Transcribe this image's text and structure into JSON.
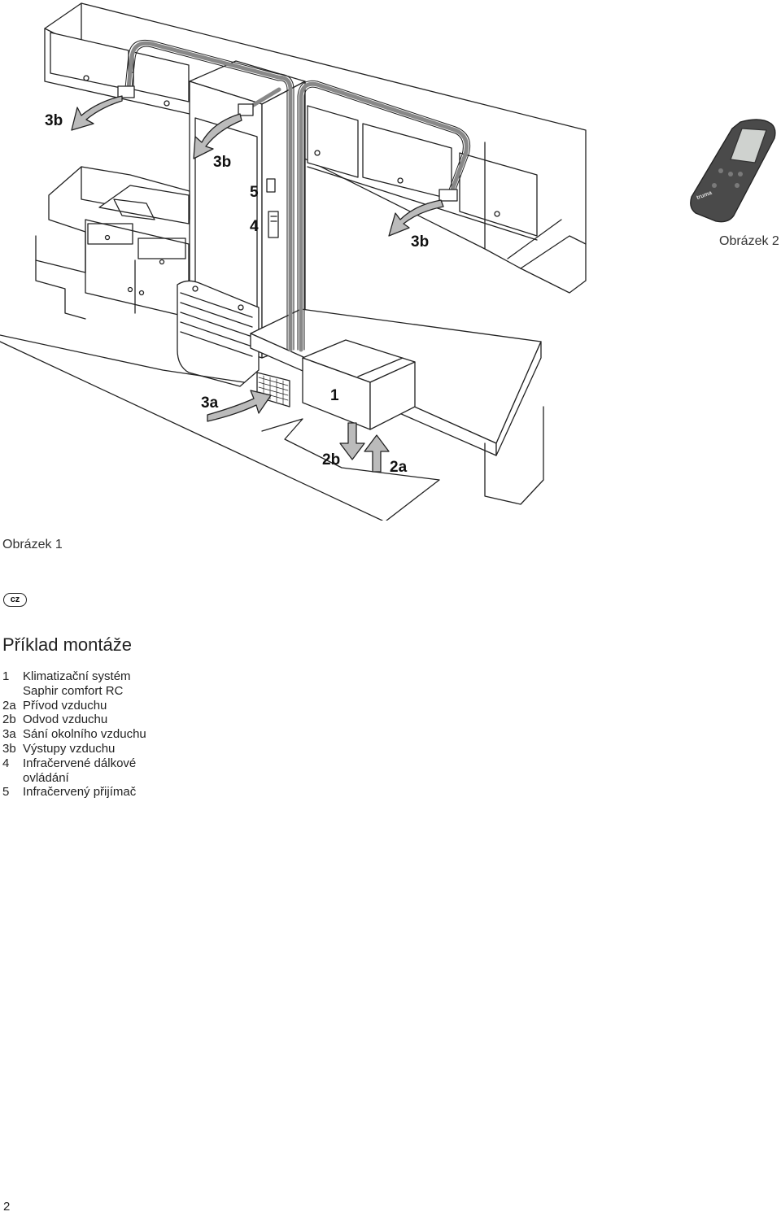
{
  "figure": {
    "callouts": {
      "c3b_left": "3b",
      "c3b_mid": "3b",
      "c3b_right": "3b",
      "c5": "5",
      "c4": "4",
      "c3a": "3a",
      "c1": "1",
      "c2b": "2b",
      "c2a": "2a"
    },
    "caption_fig2": "Obrázek 2",
    "caption_fig1": "Obrázek 1",
    "remote_brand": "truma"
  },
  "language_badge": "cz",
  "section_title": "Příklad montáže",
  "legend": [
    {
      "key": "1",
      "text": "Klimatizační systém"
    },
    {
      "key": "",
      "text": "Saphir comfort RC"
    },
    {
      "key": "2a",
      "text": "Přívod vzduchu"
    },
    {
      "key": "2b",
      "text": "Odvod vzduchu"
    },
    {
      "key": "3a",
      "text": "Sání okolního vzduchu"
    },
    {
      "key": "3b",
      "text": "Výstupy vzduchu"
    },
    {
      "key": "4",
      "text": "Infračervené dálkové"
    },
    {
      "key": "",
      "text": "ovládání"
    },
    {
      "key": "5",
      "text": "Infračervený přijímač"
    }
  ],
  "page_number": "2"
}
